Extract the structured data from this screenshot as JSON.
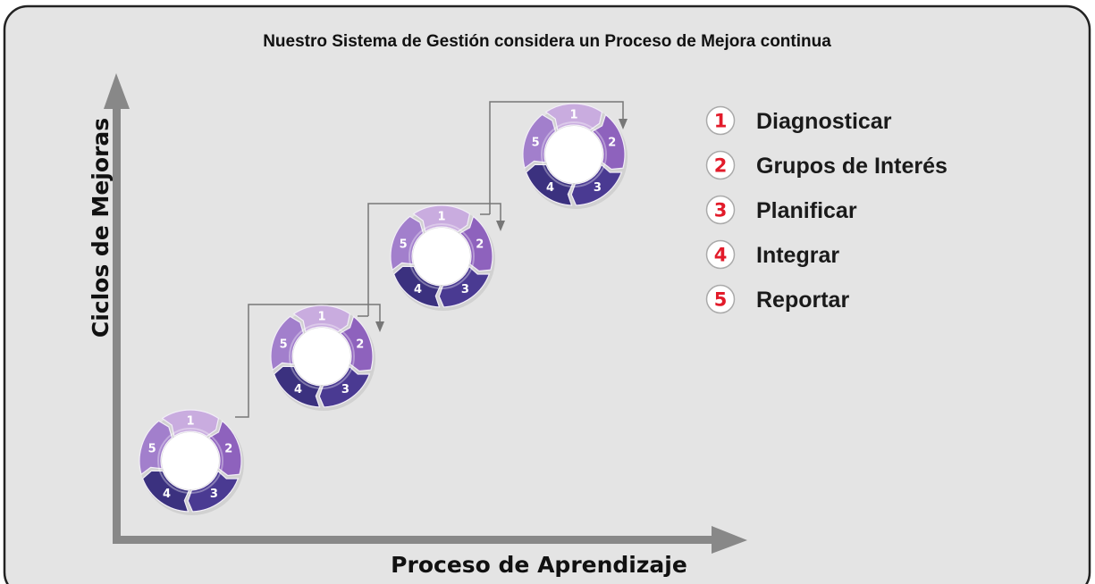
{
  "title": "Nuestro Sistema de Gestión  considera un Proceso de Mejora continua",
  "y_axis_label": "Ciclos de Mejoras",
  "x_axis_label": "Proceso de Aprendizaje",
  "cycle_segment_labels": [
    "1",
    "2",
    "3",
    "4",
    "5"
  ],
  "cycle_count": 4,
  "legend": [
    {
      "number": "1",
      "label": "Diagnosticar"
    },
    {
      "number": "2",
      "label": "Grupos de Interés"
    },
    {
      "number": "3",
      "label": "Planificar"
    },
    {
      "number": "4",
      "label": "Integrar"
    },
    {
      "number": "5",
      "label": "Reportar"
    }
  ],
  "colors": {
    "background": "#e4e4e4",
    "border": "#222222",
    "axis": "#888888",
    "connector": "#777777",
    "ring_light": "#c8a9e0",
    "ring_mid": "#8a5cb8",
    "ring_dark": "#2e2a78",
    "legend_number": "#e21b2a"
  }
}
